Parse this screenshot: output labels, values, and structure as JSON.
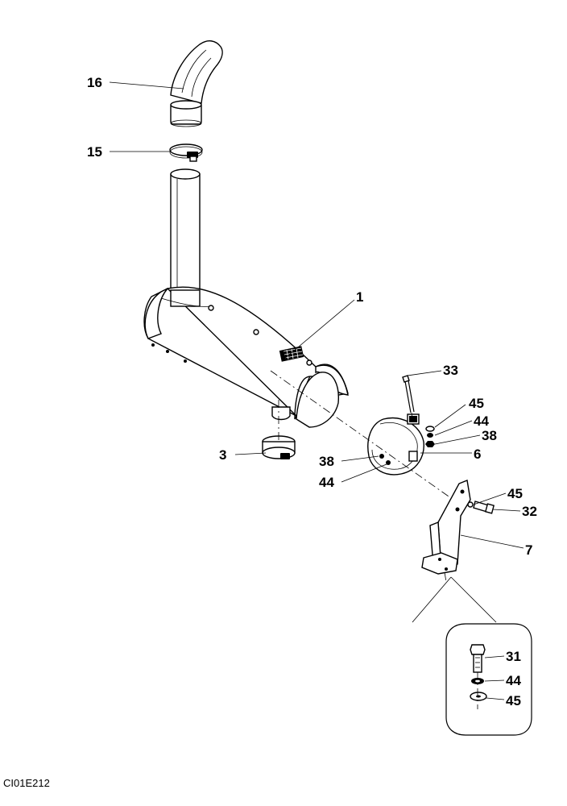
{
  "figure_id": "CI01E212",
  "callouts": {
    "c16": "16",
    "c15": "15",
    "c1": "1",
    "c3": "3",
    "c33": "33",
    "c45a": "45",
    "c44a": "44",
    "c38a": "38",
    "c6": "6",
    "c38b": "38",
    "c44b": "44",
    "c45b": "45",
    "c32": "32",
    "c7": "7",
    "c31": "31",
    "c44c": "44",
    "c45c": "45"
  }
}
